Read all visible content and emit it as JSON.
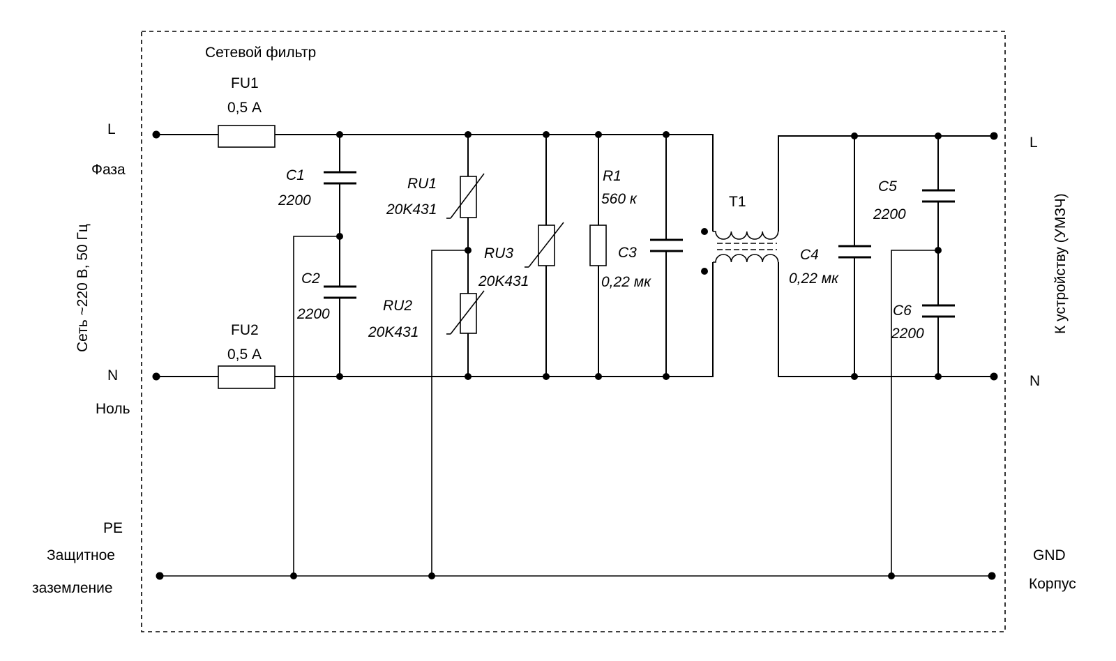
{
  "title": "Сетевой фильтр",
  "input": {
    "side_label": "Сеть ~220 В, 50 Гц",
    "L": "L",
    "L_name": "Фаза",
    "N": "N",
    "N_name": "Ноль",
    "PE": "PE",
    "PE_name_1": "Защитное",
    "PE_name_2": "заземление"
  },
  "output": {
    "side_label": "К устройству (УМЗЧ)",
    "L": "L",
    "N": "N",
    "GND": "GND",
    "GND_name": "Корпус"
  },
  "components": {
    "FU1": {
      "ref": "FU1",
      "value": "0,5 А"
    },
    "FU2": {
      "ref": "FU2",
      "value": "0,5 А"
    },
    "C1": {
      "ref": "C1",
      "value": "2200"
    },
    "C2": {
      "ref": "C2",
      "value": "2200"
    },
    "RU1": {
      "ref": "RU1",
      "value": "20K431"
    },
    "RU2": {
      "ref": "RU2",
      "value": "20K431"
    },
    "RU3": {
      "ref": "RU3",
      "value": "20K431"
    },
    "R1": {
      "ref": "R1",
      "value": "560 к"
    },
    "C3": {
      "ref": "C3",
      "value": "0,22 мк"
    },
    "T1": {
      "ref": "T1"
    },
    "C4": {
      "ref": "C4",
      "value": "0,22 мк"
    },
    "C5": {
      "ref": "C5",
      "value": "2200"
    },
    "C6": {
      "ref": "C6",
      "value": "2200"
    }
  }
}
